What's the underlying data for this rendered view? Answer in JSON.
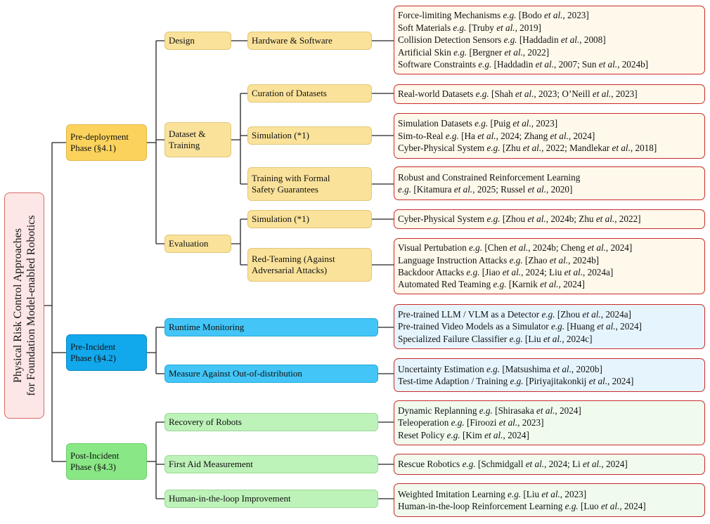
{
  "root": {
    "label": "Physical Risk Control Approaches\nfor Foundation Model-enabled Robotics"
  },
  "phases": {
    "pre_deployment": {
      "label": "Pre-deployment\nPhase (§4.1)"
    },
    "pre_incident": {
      "label": "Pre-Incident\nPhase (§4.2)"
    },
    "post_incident": {
      "label": "Post-Incident\nPhase (§4.3)"
    }
  },
  "categories": {
    "design": "Design",
    "dataset_training": "Dataset &\nTraining",
    "evaluation": "Evaluation",
    "runtime_monitoring": "Runtime Monitoring",
    "measure_ood": "Measure Against Out-of-distribution",
    "recovery": "Recovery of Robots",
    "first_aid": "First Aid Measurement",
    "hitl": "Human-in-the-loop Improvement"
  },
  "subcategories": {
    "hardware_software": "Hardware & Software",
    "curation": "Curation of Datasets",
    "simulation_train": "Simulation (*1)",
    "formal_safety": "Training with Formal\nSafety Guarantees",
    "simulation_eval": "Simulation (*1)",
    "red_teaming": "Red-Teaming (Against\nAdversarial Attacks)"
  },
  "leaves": {
    "hardware_software": [
      "Force-limiting Mechanisms e.g. [Bodo et al., 2023]",
      "Soft Materials e.g. [Truby et al., 2019]",
      "Collision Detection Sensors e.g. [Haddadin et al., 2008]",
      "Artificial Skin e.g. [Bergner et al., 2022]",
      "Software Constraints e.g. [Haddadin et al., 2007; Sun et al., 2024b]"
    ],
    "curation": [
      "Real-world Datasets e.g. [Shah et al., 2023; O’Neill et al., 2023]"
    ],
    "simulation_train": [
      "Simulation Datasets e.g. [Puig et al., 2023]",
      "Sim-to-Real e.g. [Ha et al., 2024; Zhang et al., 2024]",
      "Cyber-Physical System e.g. [Zhu et al., 2022; Mandlekar et al., 2018]"
    ],
    "formal_safety": [
      "Robust and Constrained Reinforcement Learning",
      "e.g. [Kitamura et al., 2025; Russel et al., 2020]"
    ],
    "simulation_eval": [
      "Cyber-Physical System e.g. [Zhou et al., 2024b; Zhu et al., 2022]"
    ],
    "red_teaming": [
      "Visual Pertubation e.g. [Chen et al., 2024b; Cheng et al., 2024]",
      "Language Instruction Attacks e.g. [Zhao et al., 2024b]",
      "Backdoor Attacks e.g. [Jiao et al., 2024; Liu et al., 2024a]",
      "Automated Red Teaming e.g. [Karnik et al., 2024]"
    ],
    "runtime_monitoring": [
      "Pre-trained LLM / VLM as a Detector e.g. [Zhou et al., 2024a]",
      "Pre-trained Video Models as a Simulator e.g. [Huang et al., 2024]",
      "Specialized Failure Classifier e.g. [Liu et al., 2024c]"
    ],
    "measure_ood": [
      "Uncertainty Estimation e.g. [Matsushima et al., 2020b]",
      "Test-time Adaption / Training e.g. [Piriyajitakonkij et al., 2024]"
    ],
    "recovery": [
      "Dynamic Replanning e.g. [Shirasaka et al., 2024]",
      "Teleoperation e.g. [Firoozi et al., 2023]",
      "Reset Policy e.g. [Kim et al., 2024]"
    ],
    "first_aid": [
      "Rescue Robotics e.g. [Schmidgall et al., 2024; Li et al., 2024]"
    ],
    "hitl": [
      "Weighted Imitation Learning e.g. [Liu et al., 2023]",
      "Human-in-the-loop Reinforcement Learning e.g. [Luo et al., 2024]"
    ]
  }
}
